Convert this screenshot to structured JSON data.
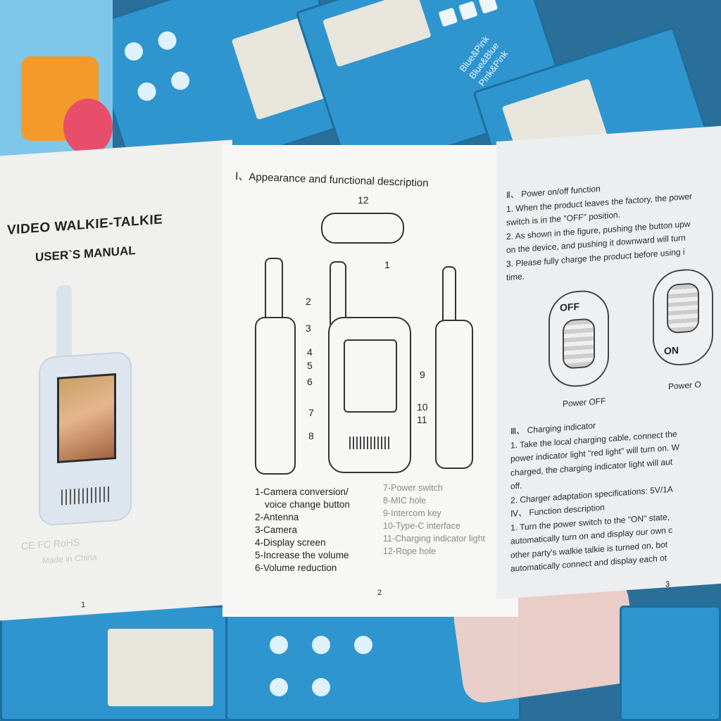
{
  "boxes": {
    "color_options": [
      "Blue&Pink",
      "Blue&Blue",
      "Pink&Pink"
    ]
  },
  "page1": {
    "title": "VIDEO WALKIE-TALKIE",
    "subtitle": "USER`S MANUAL",
    "certifications": "CE FC RoHS",
    "made_in": "Made in China",
    "page_number": "1"
  },
  "page2": {
    "heading": "Ⅰ、Appearance and functional description",
    "callouts": [
      "1",
      "2",
      "3",
      "4",
      "5",
      "6",
      "7",
      "8",
      "9",
      "10",
      "11",
      "12"
    ],
    "legend_left": [
      "1-Camera conversion/",
      "voice change button",
      "2-Antenna",
      "3-Camera",
      "4-Display screen",
      "5-Increase the volume",
      "6-Volume reduction"
    ],
    "legend_right": [
      "7-Power switch",
      "8-MIC hole",
      "9-Intercom key",
      "10-Type-C interface",
      "11-Charging indicator light",
      "12-Rope hole"
    ],
    "page_number": "2"
  },
  "page3": {
    "power_heading": "Ⅱ、 Power on/off function",
    "power_lines": [
      "1. When the product leaves the factory, the power",
      "switch is in the \"OFF\" position.",
      "2. As shown in the figure, pushing the button upw",
      "on the device, and pushing it downward will turn",
      "3. Please fully charge the product before using i",
      "time."
    ],
    "switch_off_label": "OFF",
    "switch_on_label": "ON",
    "caption_off": "Power OFF",
    "caption_on": "Power O",
    "charging_heading": "Ⅲ、 Charging indicator",
    "charging_lines": [
      "1. Take the local charging cable, connect the",
      "power indicator light \"red light\" will turn on. W",
      "charged, the charging indicator light will aut",
      "off.",
      "2. Charger adaptation specifications: 5V/1A"
    ],
    "function_heading": "Ⅳ、 Function description",
    "function_lines": [
      "1. Turn the power switch to the \"ON\" state,",
      "automatically turn on and display our own c",
      "other party's walkie talkie is turned on, bot",
      "automatically connect and display each ot"
    ],
    "page_number": "3"
  }
}
